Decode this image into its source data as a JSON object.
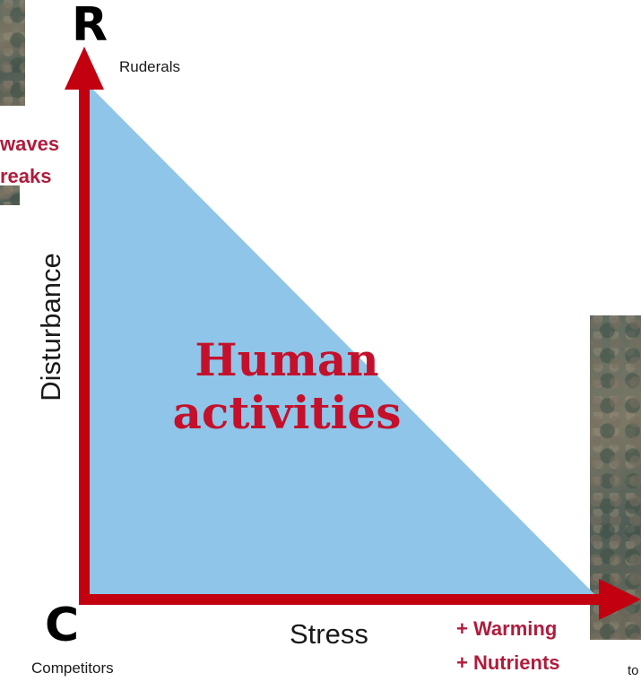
{
  "vertices": {
    "r": {
      "letter": "R",
      "label": "Ruderals"
    },
    "c": {
      "letter": "C",
      "label": "Competitors"
    }
  },
  "axes": {
    "y_label": "Disturbance",
    "x_label": "Stress"
  },
  "center_text": [
    "Human",
    "activities"
  ],
  "disturbance_drivers": [
    "waves",
    "reaks"
  ],
  "stress_drivers": [
    "+ Warming",
    "+ Nutrients"
  ],
  "edge_fragment": "to",
  "colors": {
    "triangle_fill": "#8ec5e8",
    "arrow_red": "#c20010",
    "driver_text": "#b01c3c",
    "center_text": "#c4102b"
  }
}
